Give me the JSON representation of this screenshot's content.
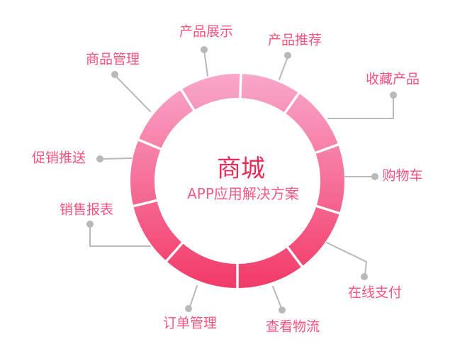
{
  "diagram": {
    "type": "circular-feature-diagram",
    "center": {
      "title": "商城",
      "subtitle": "APP应用解决方案"
    },
    "segment_count": 10,
    "labels": [
      {
        "id": "product-display",
        "text": "产品展示"
      },
      {
        "id": "product-recommend",
        "text": "产品推荐"
      },
      {
        "id": "favorite-product",
        "text": "收藏产品"
      },
      {
        "id": "shopping-cart",
        "text": "购物车"
      },
      {
        "id": "online-payment",
        "text": "在线支付"
      },
      {
        "id": "view-logistics",
        "text": "查看物流"
      },
      {
        "id": "order-management",
        "text": "订单管理"
      },
      {
        "id": "sales-report",
        "text": "销售报表"
      },
      {
        "id": "promotion-push",
        "text": "促销推送"
      },
      {
        "id": "goods-management",
        "text": "商品管理"
      }
    ],
    "colors": {
      "ring_gradient_top": "#F9A7CB",
      "ring_gradient_bottom": "#F23A67",
      "label_text": "#F9537F",
      "title_text": "#E72E59",
      "subtitle_text": "#F75A85",
      "connector": "#B9B9B9",
      "background": "#FFFFFF"
    }
  }
}
